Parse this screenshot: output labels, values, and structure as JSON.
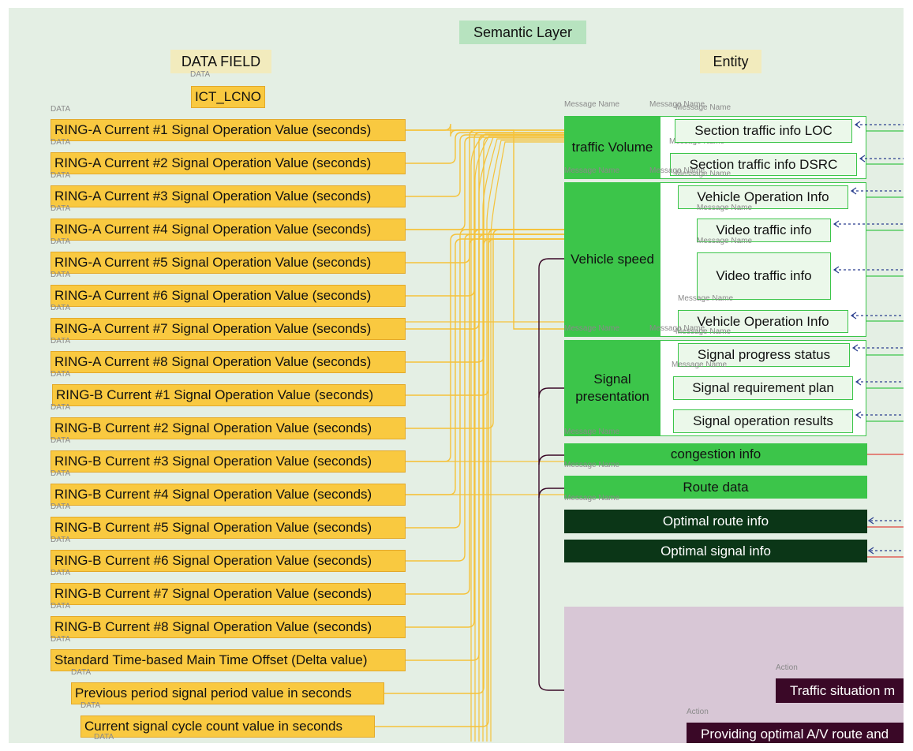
{
  "semantic_layer_title": "Semantic Layer",
  "data_field_header": "DATA FIELD",
  "entity_header": "Entity",
  "data_caption": "DATA",
  "message_name_caption": "Message Name",
  "action_caption": "Action",
  "id_field": "ICT_LCNO",
  "fields": [
    "RING-A Current #1 Signal Operation Value (seconds)",
    "RING-A Current #2 Signal Operation Value (seconds)",
    "RING-A Current #3 Signal Operation Value (seconds)",
    "RING-A Current #4 Signal Operation Value (seconds)",
    "RING-A Current #5 Signal Operation Value (seconds)",
    "RING-A Current #6 Signal Operation Value (seconds)",
    "RING-A Current #7 Signal Operation Value (seconds)",
    "RING-A Current #8 Signal Operation Value (seconds)",
    "RING-B Current #1 Signal Operation Value (seconds)",
    "RING-B Current #2 Signal Operation Value (seconds)",
    "RING-B Current #3 Signal Operation Value (seconds)",
    "RING-B Current #4 Signal Operation Value (seconds)",
    "RING-B Current #5 Signal Operation Value (seconds)",
    "RING-B Current #6 Signal Operation Value (seconds)",
    "RING-B Current #7 Signal Operation Value (seconds)",
    "RING-B Current #8 Signal Operation Value (seconds)",
    "Standard Time-based Main Time Offset (Delta value)",
    "Previous period signal period value in seconds",
    "Current signal cycle count value in seconds"
  ],
  "groups": {
    "traffic_volume": {
      "label": "traffic Volume",
      "messages": [
        "Section traffic info LOC",
        "Section traffic info DSRC"
      ]
    },
    "vehicle_speed": {
      "label": "Vehicle speed",
      "messages": [
        "Vehicle Operation Info",
        "Video traffic info",
        "Video traffic info",
        "Vehicle Operation Info"
      ]
    },
    "signal_presentation": {
      "label": "Signal presentation",
      "messages": [
        "Signal progress status",
        "Signal requirement plan",
        "Signal operation results"
      ]
    }
  },
  "bars": {
    "congestion": "congestion info",
    "route": "Route data",
    "optimal_route": "Optimal route info",
    "optimal_signal": "Optimal signal info"
  },
  "actions": {
    "traffic_situation": "Traffic situation m",
    "providing_optimal": "Providing optimal A/V route and"
  },
  "colors": {
    "canvas": "#e4efe4",
    "field": "#f9c940",
    "wire_yellow": "#f5c23a",
    "entity_green": "#3cc54a",
    "dark_bar": "#0b3617",
    "action_dark": "#3a0827",
    "action_area": "#d8c7d6",
    "dashed_arrow": "#2b3f8f",
    "red_line": "#e0433c"
  }
}
